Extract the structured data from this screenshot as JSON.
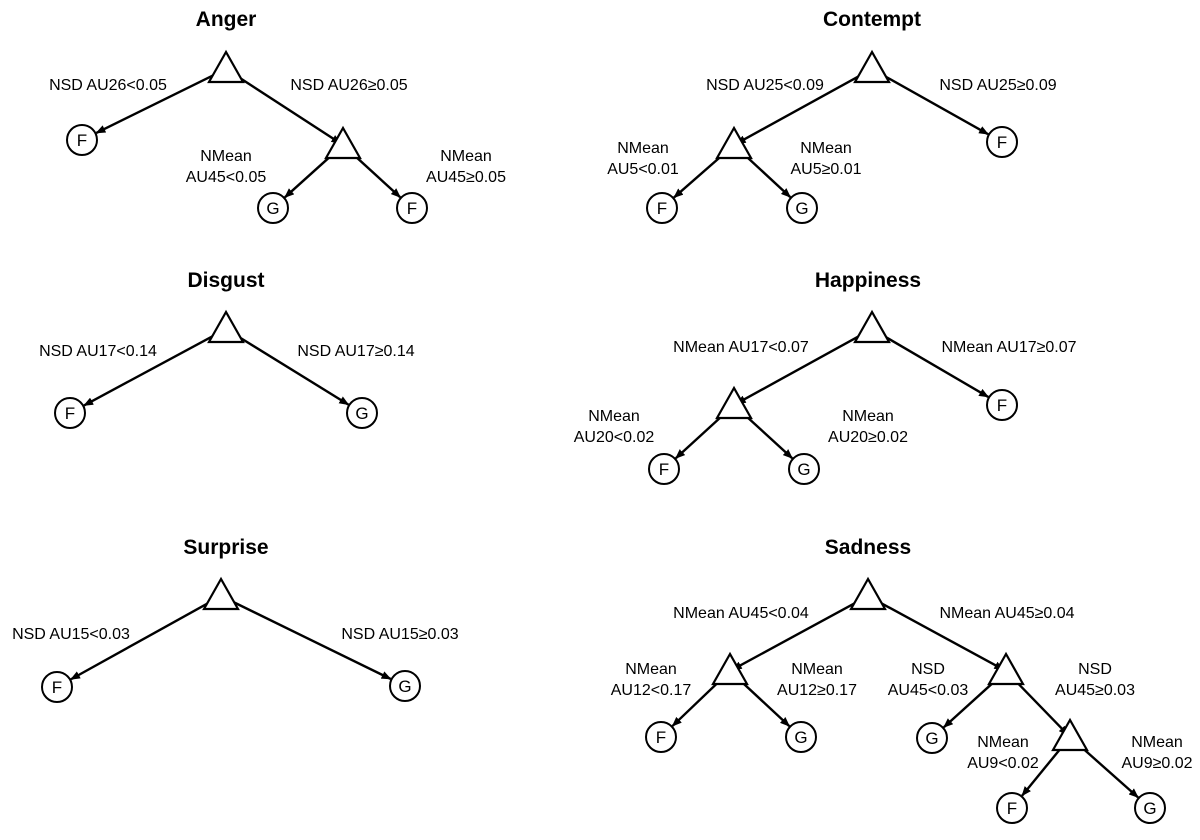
{
  "trees": [
    {
      "title": "Anger",
      "nodes": [
        {
          "id": "a0",
          "type": "split"
        },
        {
          "id": "a1",
          "type": "leaf",
          "label": "F"
        },
        {
          "id": "a2",
          "type": "split"
        },
        {
          "id": "a3",
          "type": "leaf",
          "label": "G"
        },
        {
          "id": "a4",
          "type": "leaf",
          "label": "F"
        }
      ],
      "edges": [
        {
          "from": "a0",
          "to": "a1",
          "label": [
            "NSD AU26<0.05"
          ]
        },
        {
          "from": "a0",
          "to": "a2",
          "label": [
            "NSD AU26≥0.05"
          ]
        },
        {
          "from": "a2",
          "to": "a3",
          "label": [
            "NMean",
            "AU45<0.05"
          ]
        },
        {
          "from": "a2",
          "to": "a4",
          "label": [
            "NMean",
            "AU45≥0.05"
          ]
        }
      ]
    },
    {
      "title": "Contempt",
      "nodes": [
        {
          "id": "c0",
          "type": "split"
        },
        {
          "id": "c1",
          "type": "split"
        },
        {
          "id": "c2",
          "type": "leaf",
          "label": "F"
        },
        {
          "id": "c3",
          "type": "leaf",
          "label": "F"
        },
        {
          "id": "c4",
          "type": "leaf",
          "label": "G"
        }
      ],
      "edges": [
        {
          "from": "c0",
          "to": "c1",
          "label": [
            "NSD AU25<0.09"
          ]
        },
        {
          "from": "c0",
          "to": "c2",
          "label": [
            "NSD AU25≥0.09"
          ]
        },
        {
          "from": "c1",
          "to": "c3",
          "label": [
            "NMean",
            "AU5<0.01"
          ]
        },
        {
          "from": "c1",
          "to": "c4",
          "label": [
            "NMean",
            "AU5≥0.01"
          ]
        }
      ]
    },
    {
      "title": "Disgust",
      "nodes": [
        {
          "id": "d0",
          "type": "split"
        },
        {
          "id": "d1",
          "type": "leaf",
          "label": "F"
        },
        {
          "id": "d2",
          "type": "leaf",
          "label": "G"
        }
      ],
      "edges": [
        {
          "from": "d0",
          "to": "d1",
          "label": [
            "NSD AU17<0.14"
          ]
        },
        {
          "from": "d0",
          "to": "d2",
          "label": [
            "NSD AU17≥0.14"
          ]
        }
      ]
    },
    {
      "title": "Happiness",
      "nodes": [
        {
          "id": "h0",
          "type": "split"
        },
        {
          "id": "h1",
          "type": "split"
        },
        {
          "id": "h2",
          "type": "leaf",
          "label": "F"
        },
        {
          "id": "h3",
          "type": "leaf",
          "label": "F"
        },
        {
          "id": "h4",
          "type": "leaf",
          "label": "G"
        }
      ],
      "edges": [
        {
          "from": "h0",
          "to": "h1",
          "label": [
            "NMean AU17<0.07"
          ]
        },
        {
          "from": "h0",
          "to": "h2",
          "label": [
            "NMean AU17≥0.07"
          ]
        },
        {
          "from": "h1",
          "to": "h3",
          "label": [
            "NMean",
            "AU20<0.02"
          ]
        },
        {
          "from": "h1",
          "to": "h4",
          "label": [
            "NMean",
            "AU20≥0.02"
          ]
        }
      ]
    },
    {
      "title": "Surprise",
      "nodes": [
        {
          "id": "s0",
          "type": "split"
        },
        {
          "id": "s1",
          "type": "leaf",
          "label": "F"
        },
        {
          "id": "s2",
          "type": "leaf",
          "label": "G"
        }
      ],
      "edges": [
        {
          "from": "s0",
          "to": "s1",
          "label": [
            "NSD AU15<0.03"
          ]
        },
        {
          "from": "s0",
          "to": "s2",
          "label": [
            "NSD AU15≥0.03"
          ]
        }
      ]
    },
    {
      "title": "Sadness",
      "nodes": [
        {
          "id": "q0",
          "type": "split"
        },
        {
          "id": "q1",
          "type": "split"
        },
        {
          "id": "q2",
          "type": "split"
        },
        {
          "id": "q3",
          "type": "leaf",
          "label": "F"
        },
        {
          "id": "q4",
          "type": "leaf",
          "label": "G"
        },
        {
          "id": "q5",
          "type": "leaf",
          "label": "G"
        },
        {
          "id": "q6",
          "type": "split"
        },
        {
          "id": "q7",
          "type": "leaf",
          "label": "F"
        },
        {
          "id": "q8",
          "type": "leaf",
          "label": "G"
        }
      ],
      "edges": [
        {
          "from": "q0",
          "to": "q1",
          "label": [
            "NMean AU45<0.04"
          ]
        },
        {
          "from": "q0",
          "to": "q2",
          "label": [
            "NMean AU45≥0.04"
          ]
        },
        {
          "from": "q1",
          "to": "q3",
          "label": [
            "NMean",
            "AU12<0.17"
          ]
        },
        {
          "from": "q1",
          "to": "q4",
          "label": [
            "NMean",
            "AU12≥0.17"
          ]
        },
        {
          "from": "q2",
          "to": "q5",
          "label": [
            "NSD",
            "AU45<0.03"
          ]
        },
        {
          "from": "q2",
          "to": "q6",
          "label": [
            "NSD",
            "AU45≥0.03"
          ]
        },
        {
          "from": "q6",
          "to": "q7",
          "label": [
            "NMean",
            "AU9<0.02"
          ]
        },
        {
          "from": "q6",
          "to": "q8",
          "label": [
            "NMean",
            "AU9≥0.02"
          ]
        }
      ]
    }
  ]
}
